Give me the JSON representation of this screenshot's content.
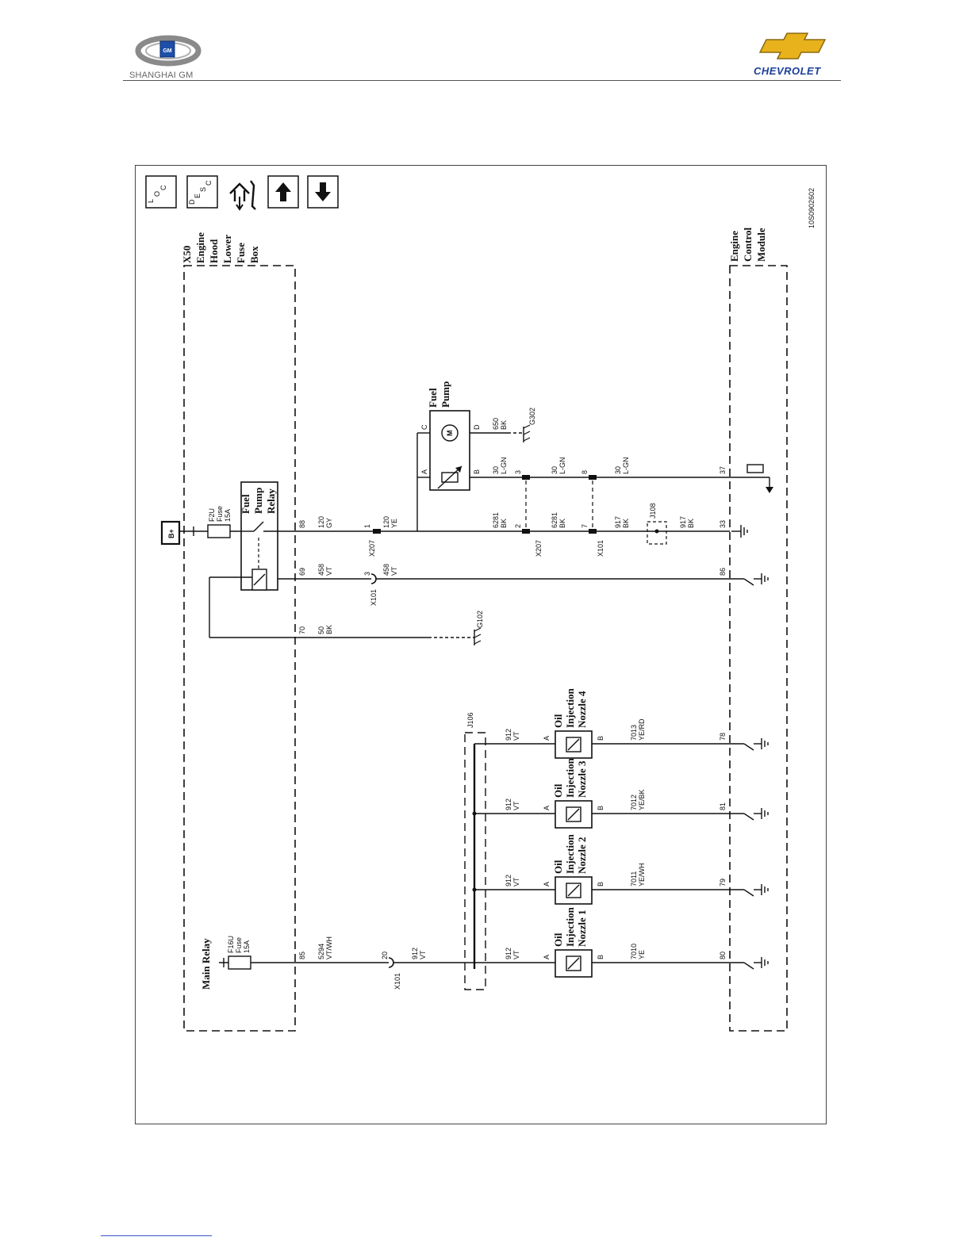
{
  "header": {
    "left_logo_text": "SHANGHAI GM",
    "left_logo_badge": "GM",
    "right_logo_text": "CHEVROLET"
  },
  "nav_icons": {
    "loc_letters": [
      "L",
      "O",
      "C"
    ],
    "desc_letters": [
      "D",
      "E",
      "S",
      "C"
    ]
  },
  "diagram": {
    "figure_id": "10S0902602",
    "power_label": "B+",
    "fuse_box": {
      "label_lines": [
        "X50",
        "Engine",
        "Hood",
        "Lower",
        "Fuse",
        "Box"
      ]
    },
    "ecm": {
      "label_lines": [
        "Engine",
        "Control",
        "Module"
      ]
    },
    "main_relay_label": "Main Relay",
    "fuse_f16u": [
      "F16U",
      "Fuse",
      "15A"
    ],
    "fuse_f2u": [
      "F2U",
      "Fuse",
      "15A"
    ],
    "fuel_pump_relay_label": [
      "Fuel",
      "Pump",
      "Relay"
    ],
    "fuel_pump_label": [
      "Fuel",
      "Pump"
    ],
    "fuel_pump_pins": {
      "a": "A",
      "b": "B",
      "c": "C",
      "d": "D",
      "motor": "M"
    },
    "splice_j106": "J106",
    "splice_j108": "J108",
    "ground_g102": "G102",
    "ground_g302": "G302",
    "fuse_box_pins": {
      "p85": "85",
      "p88": "88",
      "p69": "69",
      "p70": "70"
    },
    "ecm_pins": {
      "p80": "80",
      "p79": "79",
      "p81": "81",
      "p78": "78",
      "p86": "86",
      "p33": "33",
      "p37": "37"
    },
    "wires": {
      "w5294": [
        "5294",
        "VT/WH"
      ],
      "w912": [
        "912",
        "VT"
      ],
      "w120gy": [
        "120",
        "GY"
      ],
      "w120ye": [
        "120",
        "YE"
      ],
      "w458": [
        "458",
        "VT"
      ],
      "w50": [
        "50",
        "BK"
      ],
      "w6281": [
        "6281",
        "BK"
      ],
      "w917": [
        "917",
        "BK"
      ],
      "w30": [
        "30",
        "L-GN"
      ],
      "w650": [
        "650",
        "BK"
      ],
      "w7010": [
        "7010",
        "YE"
      ],
      "w7011": [
        "7011",
        "YE/WH"
      ],
      "w7012": [
        "7012",
        "YE/BK"
      ],
      "w7013": [
        "7013",
        "YE/RD"
      ]
    },
    "connectors": {
      "x101": "X101",
      "x207": "X207",
      "pin20": "20",
      "pin3": "3",
      "pin1": "1",
      "pin2": "2",
      "pin7": "7",
      "pin8": "8"
    },
    "injectors": [
      {
        "name": [
          "Oil",
          "Injection",
          "Nozzle 1"
        ],
        "pin_a": "A",
        "pin_b": "B"
      },
      {
        "name": [
          "Oil",
          "Injection",
          "Nozzle 2"
        ],
        "pin_a": "A",
        "pin_b": "B"
      },
      {
        "name": [
          "Oil",
          "Injection",
          "Nozzle 3"
        ],
        "pin_a": "A",
        "pin_b": "B"
      },
      {
        "name": [
          "Oil",
          "Injection",
          "Nozzle 4"
        ],
        "pin_a": "A",
        "pin_b": "B"
      }
    ]
  }
}
